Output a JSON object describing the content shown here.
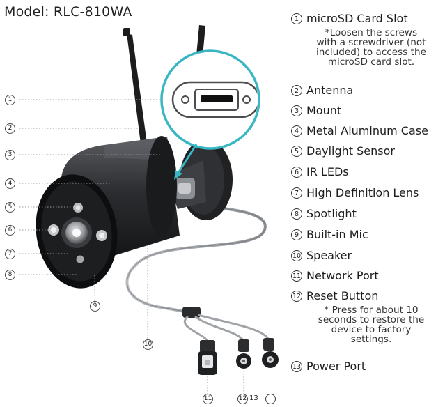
{
  "model": "Model: RLC-810WA",
  "parts": [
    {
      "num": "1",
      "name": "microSD Card Slot"
    },
    {
      "num": "2",
      "name": "Antenna"
    },
    {
      "num": "3",
      "name": "Mount"
    },
    {
      "num": "4",
      "name": "Metal Aluminum Case"
    },
    {
      "num": "5",
      "name": "Daylight Sensor"
    },
    {
      "num": "6",
      "name": "IR LEDs"
    },
    {
      "num": "7",
      "name": "High Definition Lens"
    },
    {
      "num": "8",
      "name": "Spotlight"
    },
    {
      "num": "9",
      "name": "Built-in Mic"
    },
    {
      "num": "10",
      "name": "Speaker"
    },
    {
      "num": "11",
      "name": "Network Port"
    },
    {
      "num": "12",
      "name": "Reset Button"
    },
    {
      "num": "13",
      "name": "Power Port"
    }
  ],
  "notes": {
    "sd": [
      "*Loosen the screws",
      "with a screwdriver (not",
      "included) to access the",
      "microSD card slot."
    ],
    "reset": [
      "* Press for about 10",
      "seconds to restore the",
      "device to factory",
      "settings."
    ]
  },
  "diagram_labels": {
    "left": [
      "1",
      "2",
      "3",
      "4",
      "5",
      "6",
      "7",
      "8"
    ],
    "mic": "9",
    "speaker": "10",
    "network": "11",
    "reset": "12",
    "power": "13"
  }
}
